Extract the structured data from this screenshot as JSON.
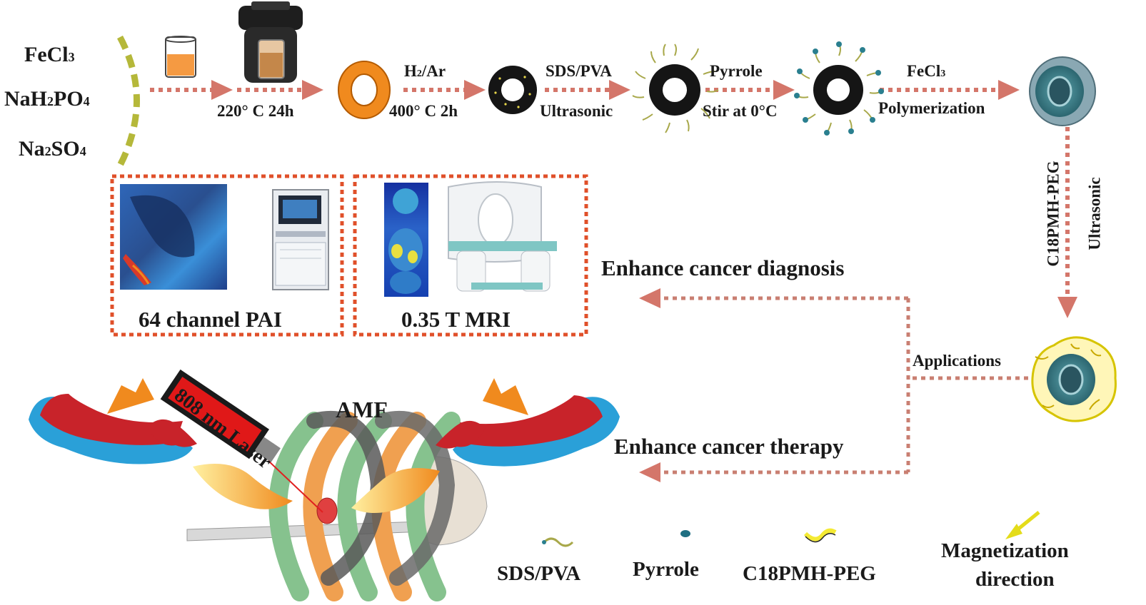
{
  "reagents": {
    "fecl3": {
      "base": "FeCl",
      "sub": "3"
    },
    "nah2po4": {
      "p1": "NaH",
      "s1": "2",
      "p2": "PO",
      "s2": "4"
    },
    "na2so4": {
      "p1": "Na",
      "s1": "2",
      "p2": "SO",
      "s2": "4"
    }
  },
  "steps": {
    "s1_bottom": "220° C  24h",
    "s2_top_a": "H",
    "s2_top_sub": "2",
    "s2_top_b": "/Ar",
    "s2_bottom": "400° C  2h",
    "s3_top": "SDS/PVA",
    "s3_bottom": "Ultrasonic",
    "s4_top": "Pyrrole",
    "s4_bottom": "Stir at 0°C",
    "s5_top_a": "FeCl",
    "s5_top_sub": "3",
    "s5_bottom": "Polymerization",
    "s6_left": "C18PMH-PEG",
    "s6_right": "Ultrasonic"
  },
  "panels": {
    "pai_label": "64 channel  PAI",
    "mri_label": "0.35 T MRI"
  },
  "flow": {
    "diagnosis": "Enhance  cancer diagnosis",
    "applications": "Applications",
    "therapy": "Enhance cancer therapy"
  },
  "therapy_scene": {
    "laser_label": "808 nm Laser",
    "amf_label": "AMF"
  },
  "legend": {
    "sds_pva": "SDS/PVA",
    "pyrrole": "Pyrrole",
    "c18pmh_peg": "C18PMH-PEG",
    "magnetization_1": "Magnetization",
    "magnetization_2": "direction"
  },
  "colors": {
    "arrow": "#d4766a",
    "dotted_line": "#c97f72",
    "panel_border": "#e0502a",
    "bracket": "#b5b83a",
    "orange": "#f08a1e",
    "core_dark": "#151515",
    "shell_teal": "#2f6f7a",
    "peg_yellow": "#f4ea34"
  }
}
